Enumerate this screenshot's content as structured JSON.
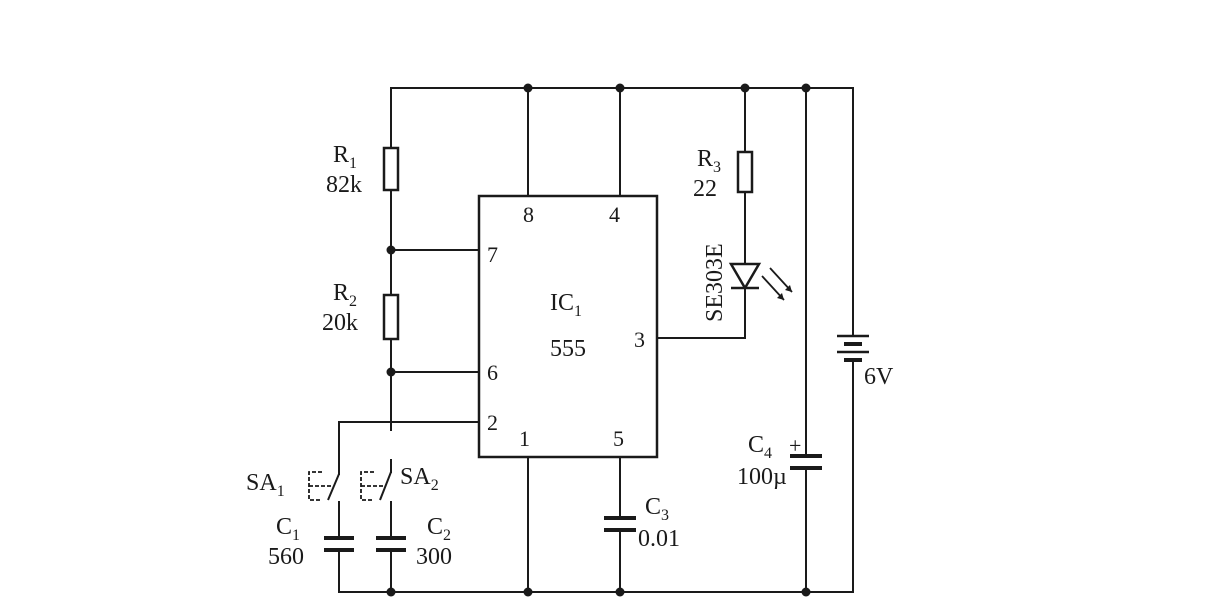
{
  "ic": {
    "name": "IC",
    "sub": "1",
    "type": "555"
  },
  "pins": {
    "p8": "8",
    "p4": "4",
    "p7": "7",
    "p6": "6",
    "p3": "3",
    "p2": "2",
    "p1": "1",
    "p5": "5"
  },
  "r1": {
    "name": "R",
    "sub": "1",
    "value": "82k"
  },
  "r2": {
    "name": "R",
    "sub": "2",
    "value": "20k"
  },
  "r3": {
    "name": "R",
    "sub": "3",
    "value": "22"
  },
  "led": {
    "label": "SE303E"
  },
  "sa1": {
    "name": "SA",
    "sub": "1"
  },
  "sa2": {
    "name": "SA",
    "sub": "2"
  },
  "c1": {
    "name": "C",
    "sub": "1",
    "value": "560"
  },
  "c2": {
    "name": "C",
    "sub": "2",
    "value": "300"
  },
  "c3": {
    "name": "C",
    "sub": "3",
    "value": "0.01"
  },
  "c4": {
    "name": "C",
    "sub": "4",
    "value": "100µ",
    "polarity": "+"
  },
  "battery": {
    "value": "6V"
  }
}
